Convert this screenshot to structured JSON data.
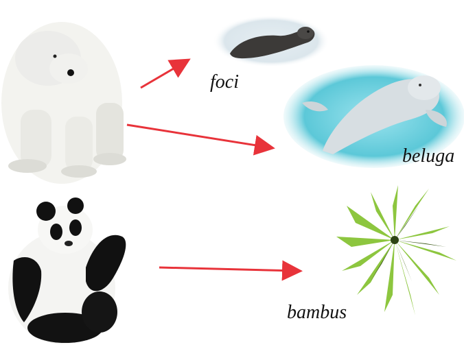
{
  "labels": {
    "seal": "foci",
    "beluga": "beluga",
    "bamboo": "bambus"
  },
  "colors": {
    "arrow": "#e8333a",
    "water": "#5cc8d8",
    "bamboo_leaf": "#8dc63f"
  }
}
